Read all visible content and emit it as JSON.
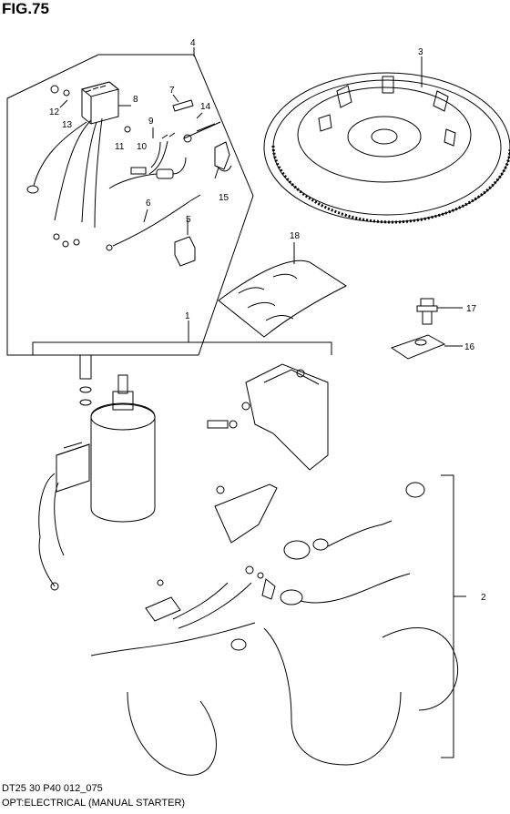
{
  "figure": {
    "title": "FIG.75",
    "code": "DT25 30 P40 012_075",
    "name": "OPT:ELECTRICAL (MANUAL STARTER)"
  },
  "callouts": [
    "1",
    "2",
    "3",
    "4",
    "5",
    "6",
    "7",
    "8",
    "9",
    "10",
    "11",
    "12",
    "13",
    "14",
    "15",
    "16",
    "17",
    "18"
  ]
}
